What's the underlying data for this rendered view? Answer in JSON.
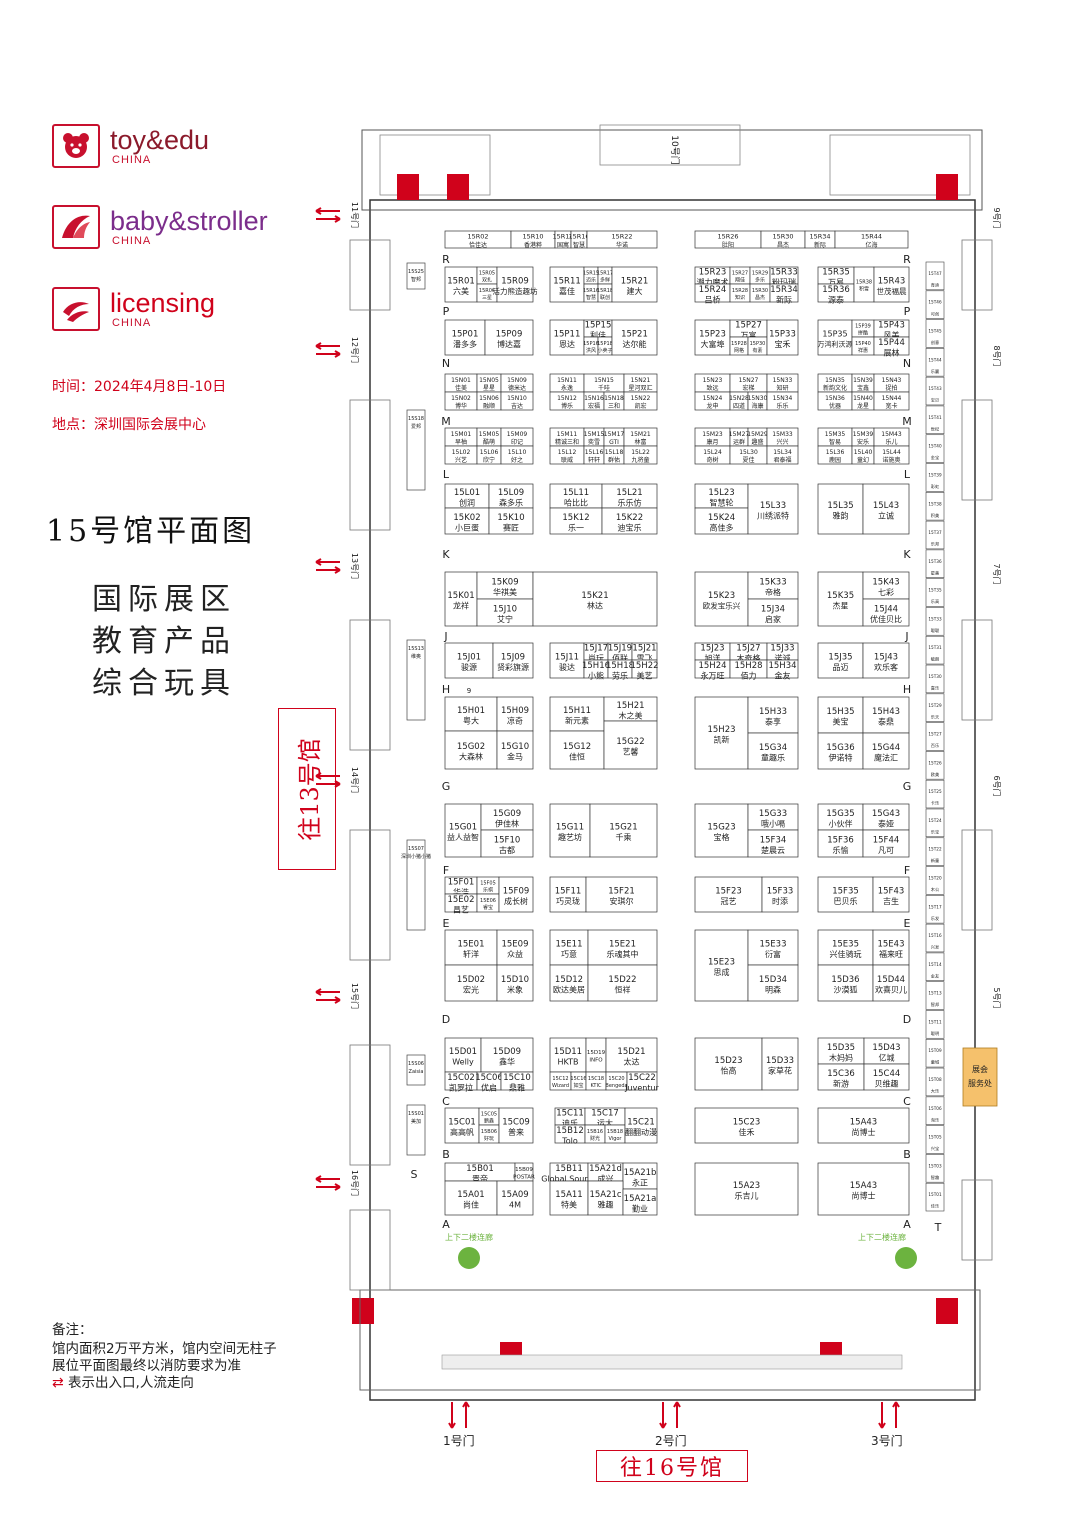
{
  "brands": [
    {
      "name": "toy&edu",
      "sub": "CHINA",
      "color": "#8b1a2b",
      "icon": "teddy-bear-icon"
    },
    {
      "name": "baby&stroller",
      "sub": "CHINA",
      "color": "#7b2d8b",
      "icon": "stroller-swoosh-icon"
    },
    {
      "name": "licensing",
      "sub": "CHINA",
      "color": "#d0021b",
      "icon": "swoosh-icon"
    }
  ],
  "info": {
    "time": "时间：2024年4月8日-10日",
    "place": "地点：深圳国际会展中心"
  },
  "title": "15号馆平面图",
  "categories": [
    "国际展区",
    "教育产品",
    "综合玩具"
  ],
  "directions": {
    "hall13": "往13号馆",
    "hall16": "往16号馆"
  },
  "notes": {
    "heading": "备注：",
    "line1": "馆内面积2万平方米，馆内空间无柱子",
    "line2": "展位平面图最终以消防要求为准",
    "line3": "表示出入口,人流走向"
  },
  "gates": [
    "1号门",
    "2号门",
    "3号门"
  ],
  "colors": {
    "accent": "#d0021b",
    "service": "#f5c16c",
    "line": "#333333",
    "green": "#6cb33f"
  },
  "rows": {
    "left": [
      "R",
      "P",
      "N",
      "M",
      "L",
      "K",
      "J",
      "H",
      "G",
      "F",
      "E",
      "D",
      "C",
      "B",
      "A"
    ],
    "right": [
      "R",
      "P",
      "N",
      "M",
      "L",
      "K",
      "J",
      "H",
      "G",
      "F",
      "E",
      "D",
      "C",
      "B",
      "A",
      "T"
    ],
    "extra_left": [
      "9",
      "S"
    ]
  },
  "side_doors_left": [
    "11号门",
    "12号门",
    "13号门",
    "14号门",
    "15号门",
    "16号门"
  ],
  "side_doors_right": [
    "9号门",
    "8号门",
    "7号门",
    "6号门",
    "5号门"
  ],
  "top_door": "10号门",
  "service_desk": "展会\n服务处",
  "corridor": "上下二楼连廊",
  "left_side_booths": [
    {
      "id": "15S25",
      "name": "智邦"
    },
    {
      "id": "15S18",
      "name": "爱邦"
    },
    {
      "id": "15S13",
      "name": "维奥"
    },
    {
      "id": "15S07",
      "name": "深圳小猪小猪"
    },
    {
      "id": "15S06",
      "name": "Zaisia"
    },
    {
      "id": "15S01",
      "name": "美加"
    }
  ],
  "right_side_booths": [
    "15T47 育迪",
    "15T46 可创",
    "15T45 创意",
    "15T44 乐赢",
    "15T43 宝贝",
    "15T41 世纪",
    "15T40 金宝",
    "15T39 彩虹",
    "15T38 积美",
    "15T37 乐邦",
    "15T36 星美",
    "15T35 乐高",
    "15T33 聪聪",
    "15T31 敏朗",
    "15T30 喜乐",
    "15T29 乐天",
    "15T27 百乐",
    "15T26 欧美",
    "15T25 卡乐",
    "15T24 乐宝",
    "15T22 新童",
    "15T20 木公",
    "15T17 乐发",
    "15T16 兴发",
    "15T14 金友",
    "15T13 智邦",
    "15T11 聪明",
    "15T09 童城",
    "15T08 大乐",
    "15T06 淘乐",
    "15T05 兴宝",
    "15T03 智趣",
    "15T01 佳乐"
  ],
  "booths": [
    {
      "id": "15R02",
      "name": "恰佳达"
    },
    {
      "id": "15R10",
      "name": "香港粹"
    },
    {
      "id": "15R14",
      "name": "国寓"
    },
    {
      "id": "15R16",
      "name": "智慧"
    },
    {
      "id": "15R22",
      "name": "华诺"
    },
    {
      "id": "15R26",
      "name": "肚阳"
    },
    {
      "id": "15R30",
      "name": "昌杰"
    },
    {
      "id": "15R34",
      "name": "新际"
    },
    {
      "id": "15R44",
      "name": "亿海"
    },
    {
      "id": "15R01",
      "name": "六美"
    },
    {
      "id": "15R05",
      "name": "双扎"
    },
    {
      "id": "15R06",
      "name": "三星"
    },
    {
      "id": "15R09",
      "name": "活力熊造趣坊"
    },
    {
      "id": "15R11",
      "name": "嘉佳"
    },
    {
      "id": "15R15",
      "name": "迈乐"
    },
    {
      "id": "15R17",
      "name": "多鲜"
    },
    {
      "id": "15R16",
      "name": "长大"
    },
    {
      "id": "15R18",
      "name": "联创"
    },
    {
      "id": "15R21",
      "name": "建大"
    },
    {
      "id": "15R23",
      "name": "潮力魔术"
    },
    {
      "id": "15R27",
      "name": "翔佳"
    },
    {
      "id": "15R29",
      "name": "多乐"
    },
    {
      "id": "15R33",
      "name": "粉玛瑞"
    },
    {
      "id": "15R24",
      "name": "吕桥"
    },
    {
      "id": "15R28",
      "name": "知识"
    },
    {
      "id": "15R30",
      "name": "金明"
    },
    {
      "id": "15R34",
      "name": "观里"
    },
    {
      "id": "15R35",
      "name": "万易"
    },
    {
      "id": "15R36",
      "name": "源泰"
    },
    {
      "id": "15R38",
      "name": "积雪"
    },
    {
      "id": "15R43",
      "name": "世茂福晨"
    },
    {
      "id": "15P01",
      "name": "潘多多"
    },
    {
      "id": "15P09",
      "name": "博达嘉"
    },
    {
      "id": "15P11",
      "name": "恩达"
    },
    {
      "id": "15P15",
      "name": "利佳"
    },
    {
      "id": "15P16",
      "name": "洪风"
    },
    {
      "id": "15P18",
      "name": "小卖子"
    },
    {
      "id": "15P21",
      "name": "达尔能"
    },
    {
      "id": "15P23",
      "name": "大富埠"
    },
    {
      "id": "15P27",
      "name": "万富"
    },
    {
      "id": "15P28",
      "name": "网格"
    },
    {
      "id": "15P30",
      "name": "有素"
    },
    {
      "id": "15P33",
      "name": "宝禾"
    },
    {
      "id": "15P35",
      "name": "万鸿利沃源"
    },
    {
      "id": "15P39",
      "name": "拼酷"
    },
    {
      "id": "15P40",
      "name": "祥惠"
    },
    {
      "id": "15P43",
      "name": "风美"
    },
    {
      "id": "15P44",
      "name": "展林"
    },
    {
      "id": "15N01",
      "name": "佳美"
    },
    {
      "id": "15N05",
      "name": "星星"
    },
    {
      "id": "15N09",
      "name": "德米达"
    },
    {
      "id": "15N02",
      "name": "博华"
    },
    {
      "id": "15N06",
      "name": "融顺"
    },
    {
      "id": "15N10",
      "name": "吉达"
    },
    {
      "id": "15N11",
      "name": "永逸"
    },
    {
      "id": "15N15",
      "name": "千哇"
    },
    {
      "id": "15N21",
      "name": "星河双汇"
    },
    {
      "id": "15N12",
      "name": "博乐"
    },
    {
      "id": "15N16",
      "name": "宏福"
    },
    {
      "id": "15N18",
      "name": "三和"
    },
    {
      "id": "15N22",
      "name": "凯宏"
    },
    {
      "id": "15N23",
      "name": "致远"
    },
    {
      "id": "15N27",
      "name": "宏梯"
    },
    {
      "id": "15N33",
      "name": "知研"
    },
    {
      "id": "15N24",
      "name": "龙申"
    },
    {
      "id": "15N28",
      "name": "四道"
    },
    {
      "id": "15N30",
      "name": "海康"
    },
    {
      "id": "15N34",
      "name": "乐乐"
    },
    {
      "id": "15N35",
      "name": "新韵文化"
    },
    {
      "id": "15N39",
      "name": "宝鑫"
    },
    {
      "id": "15N43",
      "name": "捉拍"
    },
    {
      "id": "15N36",
      "name": "优器"
    },
    {
      "id": "15N40",
      "name": "龙星"
    },
    {
      "id": "15N44",
      "name": "宽卡"
    },
    {
      "id": "15M01",
      "name": "早柚"
    },
    {
      "id": "15M05",
      "name": "酷萌"
    },
    {
      "id": "15M09",
      "name": "印记"
    },
    {
      "id": "15L02",
      "name": "兴艺"
    },
    {
      "id": "15L06",
      "name": "欣宁"
    },
    {
      "id": "15L10",
      "name": "好之"
    },
    {
      "id": "15M11",
      "name": "精诚三和"
    },
    {
      "id": "15M15",
      "name": "奕雪"
    },
    {
      "id": "15M17",
      "name": "GTI"
    },
    {
      "id": "15M21",
      "name": "林富"
    },
    {
      "id": "15L12",
      "name": "联威"
    },
    {
      "id": "15L16",
      "name": "轩轩"
    },
    {
      "id": "15L18",
      "name": "群佑"
    },
    {
      "id": "15L22",
      "name": "九将童"
    },
    {
      "id": "15M23",
      "name": "康月"
    },
    {
      "id": "15M27",
      "name": "运群"
    },
    {
      "id": "15M29",
      "name": "趣盛"
    },
    {
      "id": "15M33",
      "name": "兴兴"
    },
    {
      "id": "15L24",
      "name": "奇树"
    },
    {
      "id": "15L30",
      "name": "夏佳"
    },
    {
      "id": "15L34",
      "name": "君泰福"
    },
    {
      "id": "15M35",
      "name": "智易"
    },
    {
      "id": "15M39",
      "name": "安乐"
    },
    {
      "id": "15M43",
      "name": "乐儿"
    },
    {
      "id": "15L36",
      "name": "鹿园"
    },
    {
      "id": "15L40",
      "name": "童幻"
    },
    {
      "id": "15L44",
      "name": "诺施奥"
    },
    {
      "id": "15L01",
      "name": "创润"
    },
    {
      "id": "15L09",
      "name": "森多乐"
    },
    {
      "id": "15K02",
      "name": "小巨蛋"
    },
    {
      "id": "15K10",
      "name": "赛匠"
    },
    {
      "id": "15L11",
      "name": "哈比比"
    },
    {
      "id": "15L21",
      "name": "乐乐仿"
    },
    {
      "id": "15K12",
      "name": "乐一"
    },
    {
      "id": "15K22",
      "name": "迪宝乐"
    },
    {
      "id": "15L23",
      "name": "智慧轮"
    },
    {
      "id": "15K24",
      "name": "高佳多"
    },
    {
      "id": "15L33",
      "name": "川绣派特"
    },
    {
      "id": "15L35",
      "name": "雅韵"
    },
    {
      "id": "15L43",
      "name": "立诚"
    },
    {
      "id": "15K01",
      "name": "龙祥"
    },
    {
      "id": "15K09",
      "name": "华祺美"
    },
    {
      "id": "15J10",
      "name": "艾宁"
    },
    {
      "id": "15K21",
      "name": "林达"
    },
    {
      "id": "15K23",
      "name": "欧发宝乐兴"
    },
    {
      "id": "15K33",
      "name": "帝格"
    },
    {
      "id": "15J34",
      "name": "启家"
    },
    {
      "id": "15K35",
      "name": "杰星"
    },
    {
      "id": "15K43",
      "name": "七彩"
    },
    {
      "id": "15J44",
      "name": "优佳贝比"
    },
    {
      "id": "15J01",
      "name": "骏源"
    },
    {
      "id": "15J09",
      "name": "贤彩旗源"
    },
    {
      "id": "15J11",
      "name": "骏达"
    },
    {
      "id": "15J17",
      "name": "尚玩"
    },
    {
      "id": "15J19",
      "name": "佰联"
    },
    {
      "id": "15J21",
      "name": "雪飞"
    },
    {
      "id": "15H16",
      "name": "小熊"
    },
    {
      "id": "15H18",
      "name": "劳乐"
    },
    {
      "id": "15H22",
      "name": "美艺"
    },
    {
      "id": "15J23",
      "name": "旭洋"
    },
    {
      "id": "15J27",
      "name": "木奇格"
    },
    {
      "id": "15J33",
      "name": "诺诚"
    },
    {
      "id": "15H24",
      "name": "永万旺"
    },
    {
      "id": "15H28",
      "name": "佰力"
    },
    {
      "id": "15H34",
      "name": "金友"
    },
    {
      "id": "15J35",
      "name": "品迈"
    },
    {
      "id": "15J43",
      "name": "欢乐客"
    },
    {
      "id": "15H01",
      "name": "粤大"
    },
    {
      "id": "15H09",
      "name": "凉奇"
    },
    {
      "id": "15G02",
      "name": "大森林"
    },
    {
      "id": "15G10",
      "name": "金马"
    },
    {
      "id": "15H11",
      "name": "新元素"
    },
    {
      "id": "15H21",
      "name": "木之美"
    },
    {
      "id": "15G12",
      "name": "佳恒"
    },
    {
      "id": "15G22",
      "name": "艺馨"
    },
    {
      "id": "15H23",
      "name": "凯新"
    },
    {
      "id": "15H33",
      "name": "泰享"
    },
    {
      "id": "15G34",
      "name": "童趣乐"
    },
    {
      "id": "15H35",
      "name": "美宝"
    },
    {
      "id": "15H43",
      "name": "泰鼎"
    },
    {
      "id": "15G36",
      "name": "伊诺特"
    },
    {
      "id": "15G44",
      "name": "魔法汇"
    },
    {
      "id": "15G01",
      "name": "益人益智"
    },
    {
      "id": "15G09",
      "name": "伊佳林"
    },
    {
      "id": "15F10",
      "name": "古都"
    },
    {
      "id": "15G11",
      "name": "趣艺坊"
    },
    {
      "id": "15G21",
      "name": "千乘"
    },
    {
      "id": "15G23",
      "name": "宝格"
    },
    {
      "id": "15G33",
      "name": "哦小嗝"
    },
    {
      "id": "15F34",
      "name": "楚晨云"
    },
    {
      "id": "15G35",
      "name": "小伙伴"
    },
    {
      "id": "15G43",
      "name": "泰娅"
    },
    {
      "id": "15F36",
      "name": "乐愉"
    },
    {
      "id": "15F44",
      "name": "凡可"
    },
    {
      "id": "15F01",
      "name": "华浩"
    },
    {
      "id": "15F05",
      "name": "乐祺"
    },
    {
      "id": "15E02",
      "name": "昌艺"
    },
    {
      "id": "15E06",
      "name": "睿宝"
    },
    {
      "id": "15F09",
      "name": "成长树"
    },
    {
      "id": "15F11",
      "name": "巧灵珑"
    },
    {
      "id": "15F21",
      "name": "安琪尔"
    },
    {
      "id": "15F23",
      "name": "冠艺"
    },
    {
      "id": "15F33",
      "name": "时添"
    },
    {
      "id": "15F35",
      "name": "巴贝乐"
    },
    {
      "id": "15F43",
      "name": "吉生"
    },
    {
      "id": "15E01",
      "name": "轩洋"
    },
    {
      "id": "15E09",
      "name": "众益"
    },
    {
      "id": "15D02",
      "name": "宏光"
    },
    {
      "id": "15D10",
      "name": "米象"
    },
    {
      "id": "15E11",
      "name": "巧意"
    },
    {
      "id": "15E21",
      "name": "乐魂其中"
    },
    {
      "id": "15D12",
      "name": "欧达美居"
    },
    {
      "id": "15D22",
      "name": "恒祥"
    },
    {
      "id": "15E23",
      "name": "思成"
    },
    {
      "id": "15E33",
      "name": "衍富"
    },
    {
      "id": "15D34",
      "name": "明森"
    },
    {
      "id": "15E35",
      "name": "兴佳骑玩"
    },
    {
      "id": "15E43",
      "name": "福来旺"
    },
    {
      "id": "15D36",
      "name": "沙漠狐"
    },
    {
      "id": "15D44",
      "name": "欢喜贝儿"
    },
    {
      "id": "15D01",
      "name": "Welly"
    },
    {
      "id": "15D09",
      "name": "鑫华"
    },
    {
      "id": "15C02",
      "name": "凯罗拉"
    },
    {
      "id": "15C06",
      "name": "优启"
    },
    {
      "id": "15C10",
      "name": "鼎雅"
    },
    {
      "id": "15D11",
      "name": "HKTB"
    },
    {
      "id": "15D19",
      "name": "INFO"
    },
    {
      "id": "15D21",
      "name": "太达"
    },
    {
      "id": "15C12",
      "name": "Wizard"
    },
    {
      "id": "15C16",
      "name": "如宝"
    },
    {
      "id": "15C18",
      "name": "KTIC"
    },
    {
      "id": "15C20",
      "name": "Bengeda"
    },
    {
      "id": "15C22",
      "name": "Juventur"
    },
    {
      "id": "15D23",
      "name": "怡高"
    },
    {
      "id": "15D33",
      "name": "家草花"
    },
    {
      "id": "15D35",
      "name": "木妈妈"
    },
    {
      "id": "15D43",
      "name": "亿城"
    },
    {
      "id": "15C36",
      "name": "新游"
    },
    {
      "id": "15C44",
      "name": "贝维趣"
    },
    {
      "id": "15C01",
      "name": "高高帆"
    },
    {
      "id": "15C05",
      "name": "鹏鑫"
    },
    {
      "id": "15B06",
      "name": "好玩"
    },
    {
      "id": "15C09",
      "name": "普来"
    },
    {
      "id": "15C11",
      "name": "迪乐"
    },
    {
      "id": "15C17",
      "name": "运大"
    },
    {
      "id": "15B12",
      "name": "Tolo"
    },
    {
      "id": "15B16",
      "name": "财光"
    },
    {
      "id": "15B18",
      "name": "Vigor"
    },
    {
      "id": "15C21",
      "name": "翻翻动漫"
    },
    {
      "id": "15C23",
      "name": "佳禾"
    },
    {
      "id": "15A43",
      "name": "尚博士"
    },
    {
      "id": "15B01",
      "name": "晋帝"
    },
    {
      "id": "15B09",
      "name": "POSTAR"
    },
    {
      "id": "15A01",
      "name": "尚佳"
    },
    {
      "id": "15A09",
      "name": "4M"
    },
    {
      "id": "15B11",
      "name": "Global Source"
    },
    {
      "id": "15A21d",
      "name": "成兴"
    },
    {
      "id": "15A21b",
      "name": "永正"
    },
    {
      "id": "15A11",
      "name": "特美"
    },
    {
      "id": "15A21c",
      "name": "雅趣"
    },
    {
      "id": "15A21a",
      "name": "勤业"
    },
    {
      "id": "15A23",
      "name": "乐吉儿"
    }
  ]
}
